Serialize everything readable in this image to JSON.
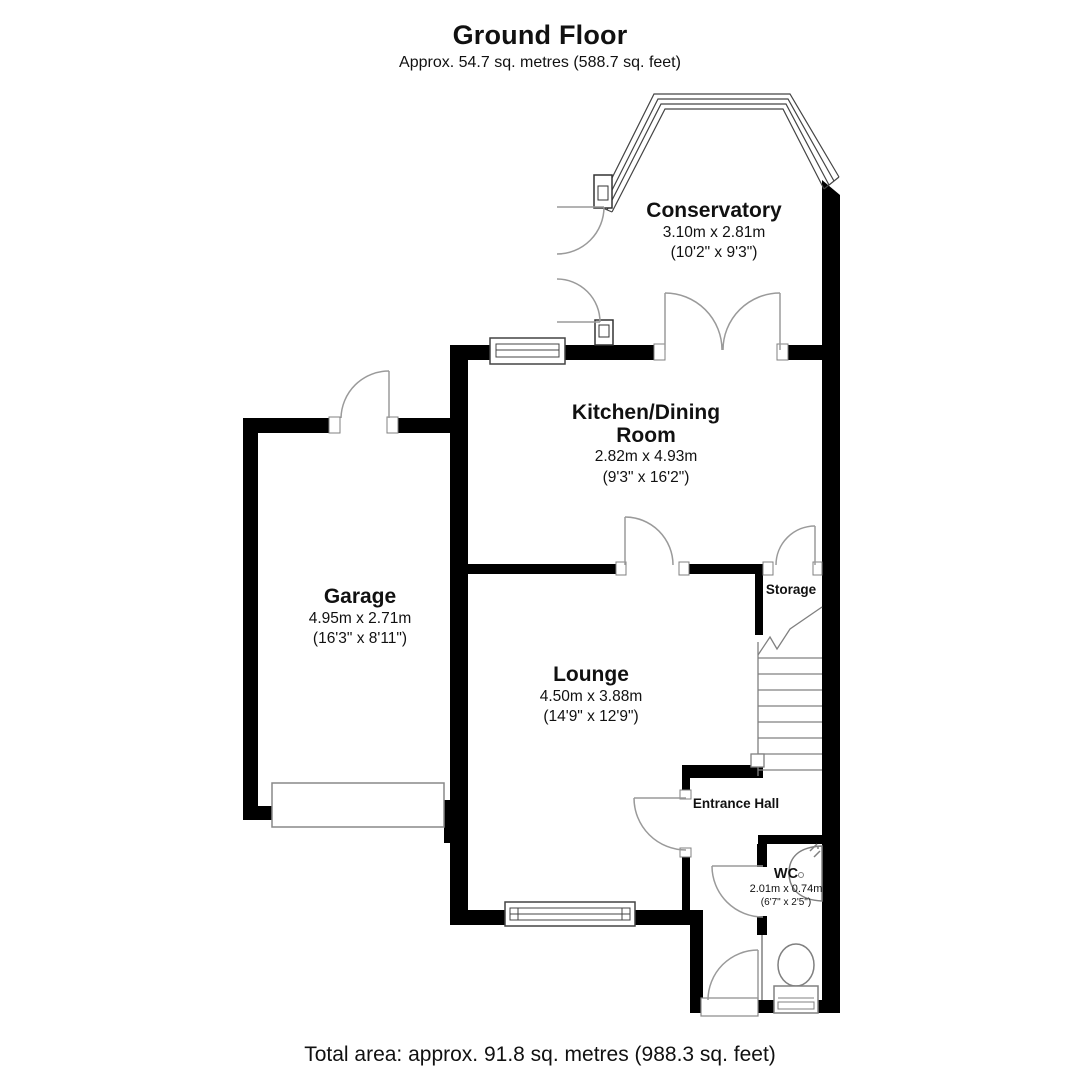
{
  "page": {
    "title": "Ground Floor",
    "subtitle": "Approx. 54.7 sq. metres (588.7 sq. feet)",
    "footer": "Total area: approx. 91.8 sq. metres (988.3 sq. feet)"
  },
  "colors": {
    "wall": "#000000",
    "thin_line": "#808080",
    "door_arc": "#9a9a9a",
    "window_frame": "#444444",
    "background": "#ffffff",
    "text": "#111111"
  },
  "rooms": {
    "conservatory": {
      "name": "Conservatory",
      "size_metric": "3.10m x 2.81m",
      "size_imperial": "(10'2\" x 9'3\")"
    },
    "kitchen": {
      "name": "Kitchen/Dining Room",
      "size_metric": "2.82m x 4.93m",
      "size_imperial": "(9'3\" x 16'2\")"
    },
    "garage": {
      "name": "Garage",
      "size_metric": "4.95m x 2.71m",
      "size_imperial": "(16'3\" x 8'11\")"
    },
    "lounge": {
      "name": "Lounge",
      "size_metric": "4.50m x 3.88m",
      "size_imperial": "(14'9\" x 12'9\")"
    },
    "storage": {
      "name": "Storage"
    },
    "entrance_hall": {
      "name": "Entrance Hall"
    },
    "wc": {
      "name": "WC",
      "size_metric": "2.01m x 0.74m",
      "size_imperial": "(6'7\" x 2'5\")"
    }
  }
}
